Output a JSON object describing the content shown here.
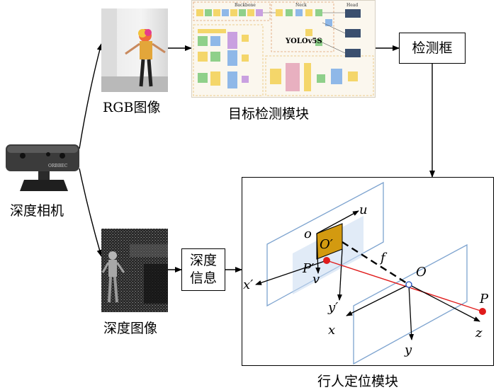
{
  "labels": {
    "rgb_image": "RGB图像",
    "depth_camera": "深度相机",
    "depth_image": "深度图像",
    "detection_module": "目标检测模块",
    "detection_box": "检测框",
    "depth_info_line1": "深度",
    "depth_info_line2": "信息",
    "pedestrian_module": "行人定位模块"
  },
  "yolo": {
    "model_name": "YOLOv5S",
    "backbone": "Backbone",
    "neck": "Neck",
    "head": "Head"
  },
  "camera_brand": "ORBBEC",
  "geometry_labels": {
    "u": "u",
    "v": "v",
    "o": "o",
    "o_prime": "O′",
    "p_prime": "P′",
    "f": "f",
    "O": "O",
    "P": "P",
    "x_prime": "x′",
    "y_prime": "y′",
    "x": "x",
    "y": "y",
    "z": "z"
  },
  "colors": {
    "plane_stroke": "#7da3cf",
    "highlight_fill": "#d39a10",
    "ray_color": "#e01b1b",
    "point_color": "#e01b1b",
    "shade_fill": "#c9dbf0"
  }
}
